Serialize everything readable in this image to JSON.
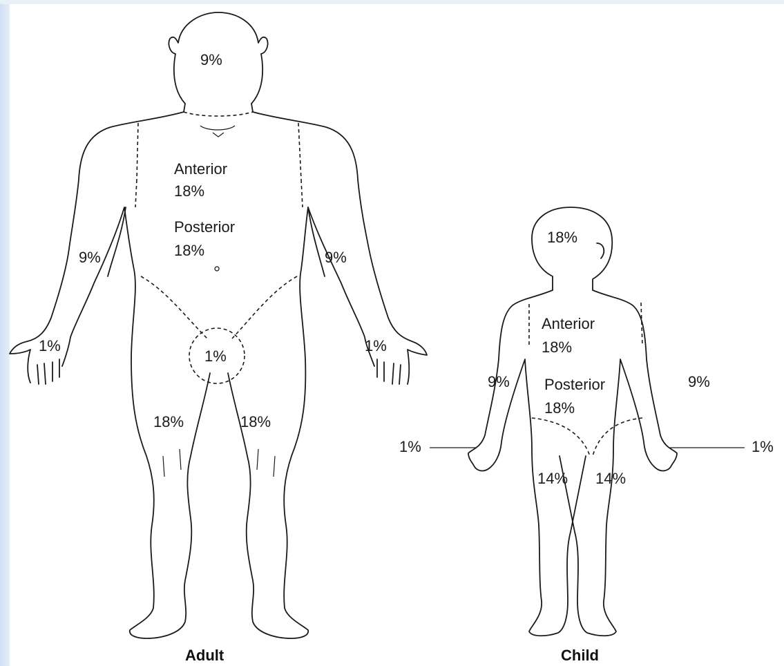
{
  "adult": {
    "caption": "Adult",
    "head": "9%",
    "anterior_label": "Anterior",
    "anterior_value": "18%",
    "posterior_label": "Posterior",
    "posterior_value": "18%",
    "right_arm": "9%",
    "left_arm": "9%",
    "right_hand": "1%",
    "left_hand": "1%",
    "genitalia": "1%",
    "right_leg": "18%",
    "left_leg": "18%"
  },
  "child": {
    "caption": "Child",
    "head": "18%",
    "anterior_label": "Anterior",
    "anterior_value": "18%",
    "posterior_label": "Posterior",
    "posterior_value": "18%",
    "right_arm": "9%",
    "left_arm": "9%",
    "right_hand": "1%",
    "left_hand": "1%",
    "right_leg": "14%",
    "left_leg": "14%"
  },
  "colors": {
    "line": "#1a1a1a",
    "background": "#ffffff",
    "side_band": "#cfe0f2"
  }
}
